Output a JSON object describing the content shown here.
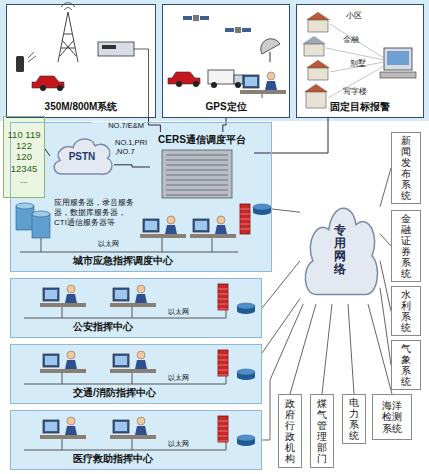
{
  "diagram": {
    "nodes": [
      {
        "text": [
          "350M/800M系统"
        ]
      },
      {
        "text": [
          "GPS定位"
        ]
      },
      {
        "text": [
          "固定目标报警"
        ]
      },
      {
        "text": [
          "城市应急指挥调度中心"
        ]
      },
      {
        "text": [
          "110 119 122 120 12345 ..."
        ]
      },
      {
        "text": [
          "PSTN"
        ],
        "in": 3
      },
      {
        "text": [
          "CERS通信调度平台"
        ],
        "in": 3
      },
      {
        "text": [
          "公安指挥中心"
        ]
      },
      {
        "text": [
          "交通/消防指挥中心"
        ]
      },
      {
        "text": [
          "医疗救助指挥中心"
        ]
      },
      {
        "text": [
          "专用网络"
        ]
      },
      {
        "text": [
          "新闻发布系统"
        ]
      },
      {
        "text": [
          "金融证券系统"
        ]
      },
      {
        "text": [
          "水利系统"
        ]
      },
      {
        "text": [
          "气象系统"
        ]
      },
      {
        "text": [
          "政府行政机构"
        ]
      },
      {
        "text": [
          "煤气管理部门"
        ]
      },
      {
        "text": [
          "电力系统"
        ]
      },
      {
        "text": [
          "海洋检测系统"
        ]
      }
    ],
    "edges": [
      {
        "from": 0,
        "to": 6,
        "arrow": "none",
        "label": "NO.7/E&M"
      },
      {
        "from": 1,
        "to": 6,
        "arrow": "none"
      },
      {
        "from": 2,
        "to": 6,
        "arrow": "none"
      },
      {
        "from": 4,
        "to": 5,
        "arrow": "none"
      },
      {
        "from": 5,
        "to": 6,
        "arrow": "none",
        "label": "NO.1,PRI ,NO.7"
      },
      {
        "from": 3,
        "to": 10,
        "arrow": "none"
      },
      {
        "from": 7,
        "to": 10,
        "arrow": "none"
      },
      {
        "from": 8,
        "to": 10,
        "arrow": "none"
      },
      {
        "from": 9,
        "to": 10,
        "arrow": "none"
      },
      {
        "from": 10,
        "to": 11,
        "arrow": "none"
      },
      {
        "from": 10,
        "to": 12,
        "arrow": "none"
      },
      {
        "from": 10,
        "to": 13,
        "arrow": "none"
      },
      {
        "from": 10,
        "to": 14,
        "arrow": "none"
      },
      {
        "from": 10,
        "to": 15,
        "arrow": "none"
      },
      {
        "from": 10,
        "to": 16,
        "arrow": "none"
      },
      {
        "from": 10,
        "to": 17,
        "arrow": "none"
      },
      {
        "from": 10,
        "to": 18,
        "arrow": "none"
      }
    ],
    "labels": [
      "小区",
      "金融",
      "别墅",
      "写字楼",
      "应用服务器，录音服务器，数据库服务器，CTI通信服务器等",
      "以太网",
      "以太网",
      "以太网",
      "以太网"
    ]
  }
}
